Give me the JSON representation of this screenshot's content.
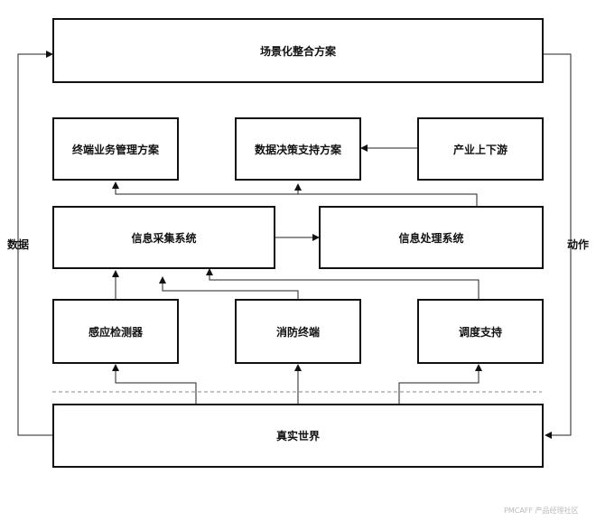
{
  "nodes": {
    "scenario": "场景化整合方案",
    "terminal_biz": "终端业务管理方案",
    "data_decision": "数据决策支持方案",
    "industry_chain": "产业上下游",
    "info_collect": "信息采集系统",
    "info_process": "信息处理系统",
    "sensor": "感应检测器",
    "fire_terminal": "消防终端",
    "dispatch": "调度支持",
    "real_world": "真实世界"
  },
  "labels": {
    "left": "数据",
    "right": "动作"
  },
  "watermark": "PMCAFF 产品经理社区"
}
